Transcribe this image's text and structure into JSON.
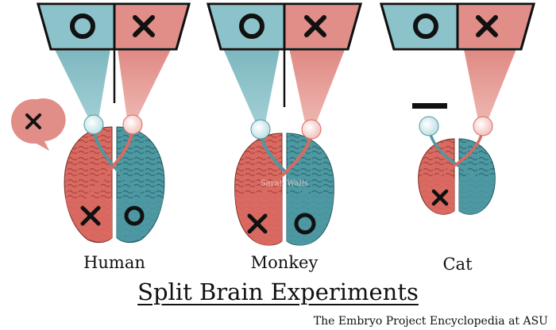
{
  "title": "Split Brain Experiments",
  "credit": "The Embryo Project Encyclopedia at ASU",
  "watermark": "Sarah Walls",
  "colors": {
    "teal": "#5a9fa8",
    "teal_light": "#8dc3cb",
    "teal_dark": "#2f7480",
    "red": "#d96a62",
    "red_light": "#e8a29c",
    "red_dark": "#b8493f",
    "outline": "#111111"
  },
  "panels": [
    {
      "species": "Human",
      "left_symbol": "O",
      "right_symbol": "X",
      "brain_left_symbol": "X",
      "brain_right_symbol": "O",
      "speech_bubble_symbol": "X"
    },
    {
      "species": "Monkey",
      "left_symbol": "O",
      "right_symbol": "X",
      "brain_left_symbol": "X",
      "brain_right_symbol": "O"
    },
    {
      "species": "Cat",
      "left_symbol": "O",
      "right_symbol": "X",
      "brain_left_symbol": "X"
    }
  ]
}
